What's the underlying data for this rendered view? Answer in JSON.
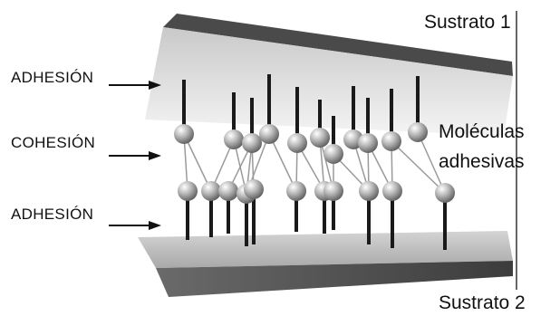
{
  "labels": {
    "substrate_top": "Sustrato 1",
    "substrate_bottom": "Sustrato 2",
    "adhesion_top": "ADHESIÓN",
    "cohesion": "COHESIÓN",
    "adhesion_bottom": "ADHESIÓN",
    "molecules_line1": "Moléculas",
    "molecules_line2": "adhesivas"
  }
}
